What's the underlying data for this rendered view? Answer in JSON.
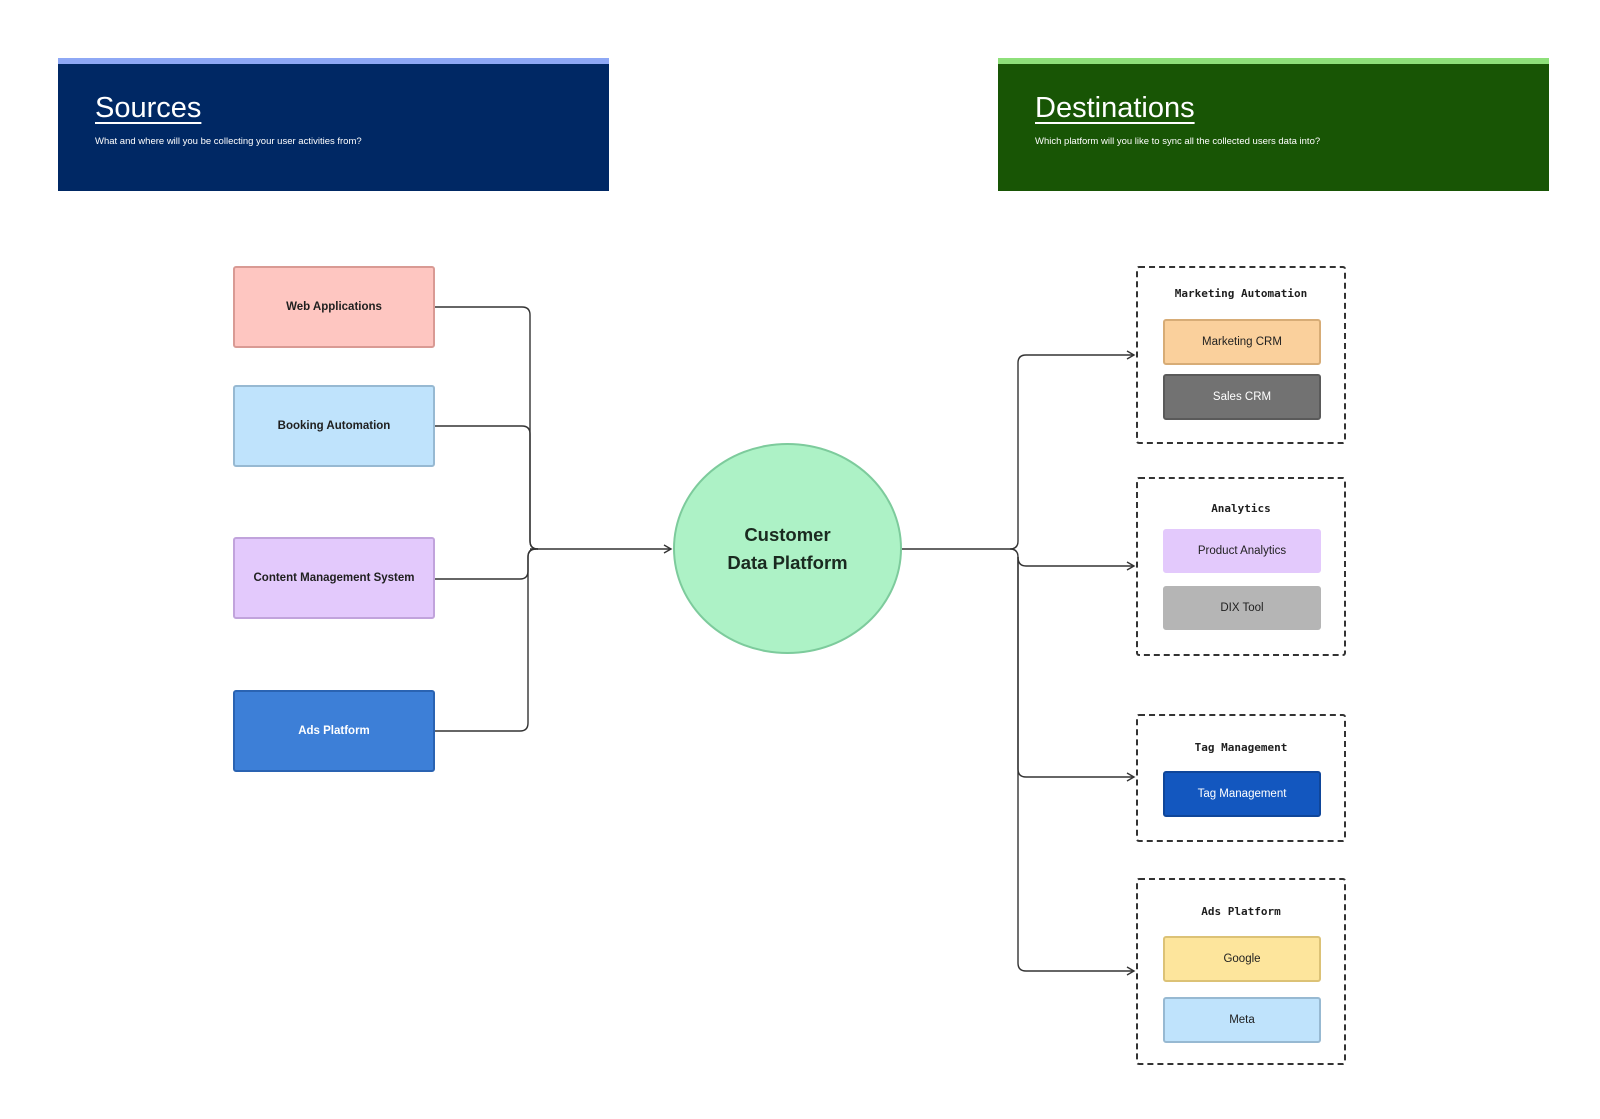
{
  "sources_header": {
    "title": "Sources",
    "subtitle": "What and where will you be collecting your user activities from?",
    "bg_color": "#002864",
    "accent_color": "#8ea8f5"
  },
  "destinations_header": {
    "title": "Destinations",
    "subtitle": "Which platform will you like to sync all the collected users data into?",
    "bg_color": "#185505",
    "accent_color": "#8ee07a"
  },
  "sources": [
    {
      "label": "Web Applications",
      "fill": "#fec6c1",
      "border": "#d99a94"
    },
    {
      "label": "Booking Automation",
      "fill": "#bfe3fc",
      "border": "#97b9d2"
    },
    {
      "label": "Content Management System",
      "fill": "#e3c9fc",
      "border": "#c1a3dc"
    },
    {
      "label": "Ads Platform",
      "fill": "#3d7fd7",
      "border": "#2a63b2",
      "text_color": "#ffffff"
    }
  ],
  "center": {
    "label": "Customer\nData Platform",
    "fill": "#adf2c6"
  },
  "destination_groups": [
    {
      "title": "Marketing Automation",
      "items": [
        {
          "label": "Marketing CRM",
          "fill": "#fad09c",
          "border": "#d7ac76"
        },
        {
          "label": "Sales CRM",
          "fill": "#727272",
          "border": "#5a5a5a",
          "text_color": "#ffffff"
        }
      ]
    },
    {
      "title": "Analytics",
      "items": [
        {
          "label": "Product Analytics",
          "fill": "#e3c9fc",
          "border": "#e3c9fc"
        },
        {
          "label": "DIX Tool",
          "fill": "#b5b5b5",
          "border": "#b5b5b5"
        }
      ]
    },
    {
      "title": "Tag Management",
      "items": [
        {
          "label": "Tag Management",
          "fill": "#1357bf",
          "border": "#0f469a",
          "text_color": "#ffffff"
        }
      ]
    },
    {
      "title": "Ads Platform",
      "items": [
        {
          "label": "Google",
          "fill": "#fde59c",
          "border": "#dcc276"
        },
        {
          "label": "Meta",
          "fill": "#bfe3fc",
          "border": "#97b9d2"
        }
      ]
    }
  ]
}
